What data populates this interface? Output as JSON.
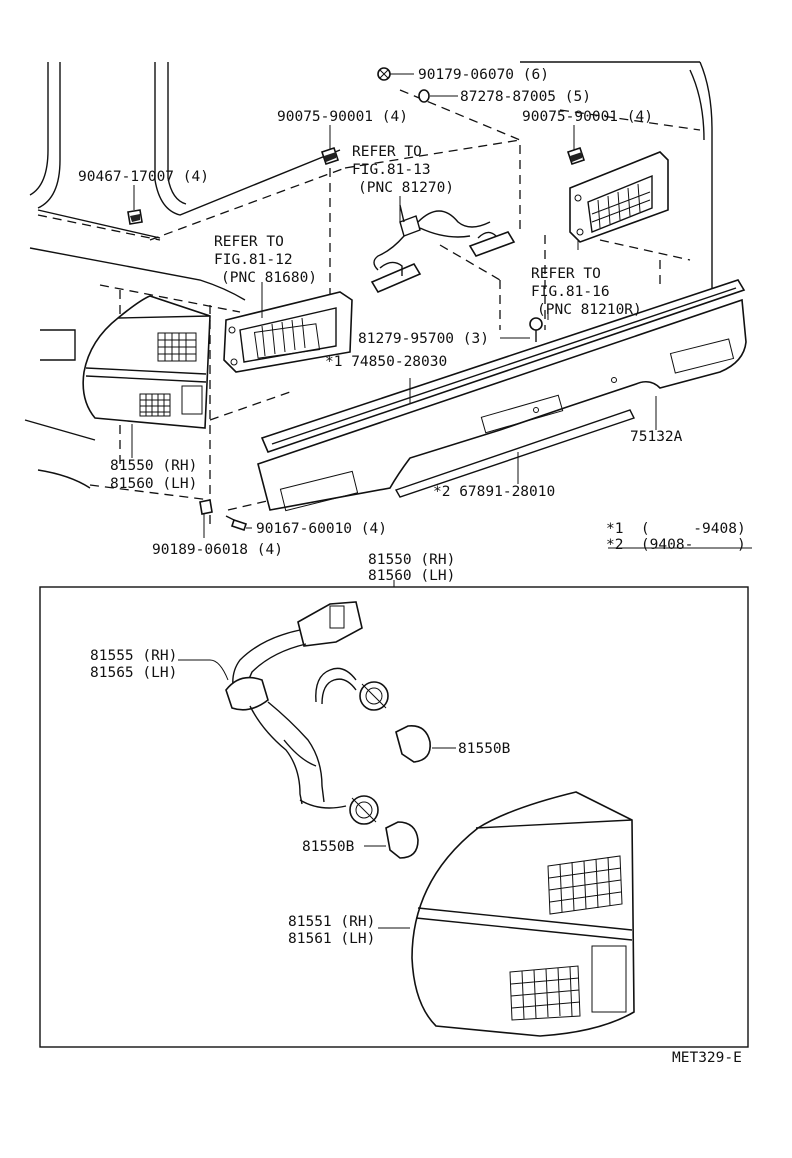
{
  "labels": {
    "p_90179": "90179-06070 (6)",
    "p_87278": "87278-87005 (5)",
    "p_90075_left": "90075-90001 (4)",
    "p_90075_right": "90075-90001 (4)",
    "p_90467": "90467-17007 (4)",
    "ref_81_13_a": "REFER TO",
    "ref_81_13_b": "FIG.81-13",
    "ref_81_13_c": "(PNC 81270)",
    "ref_81_12_a": "REFER TO",
    "ref_81_12_b": "FIG.81-12",
    "ref_81_12_c": "(PNC 81680)",
    "ref_81_16_a": "REFER TO",
    "ref_81_16_b": "FIG.81-16",
    "ref_81_16_c": "(PNC 81210R)",
    "p_81279": "81279-95700 (3)",
    "p_74850": "*1  74850-28030",
    "p_75132": "75132A",
    "p_81550_rh_top": "81550 (RH)",
    "p_81560_lh_top": "81560 (LH)",
    "p_67891": "*2  67891-28010",
    "p_90167": "90167-60010 (4)",
    "p_90189": "90189-06018 (4)",
    "note1": "*1  (     -9408)",
    "note2": "*2  (9408-     )",
    "box_81550_rh": "81550 (RH)",
    "box_81560_lh": "81560 (LH)",
    "p_81555_rh": "81555 (RH)",
    "p_81565_lh": "81565 (LH)",
    "p_81550b_upper": "81550B",
    "p_81550b_lower": "81550B",
    "p_81551_rh": "81551 (RH)",
    "p_81561_lh": "81561 (LH)",
    "figure_code": "MET329-E"
  },
  "colors": {
    "ink": "#111111",
    "paper": "#ffffff"
  }
}
